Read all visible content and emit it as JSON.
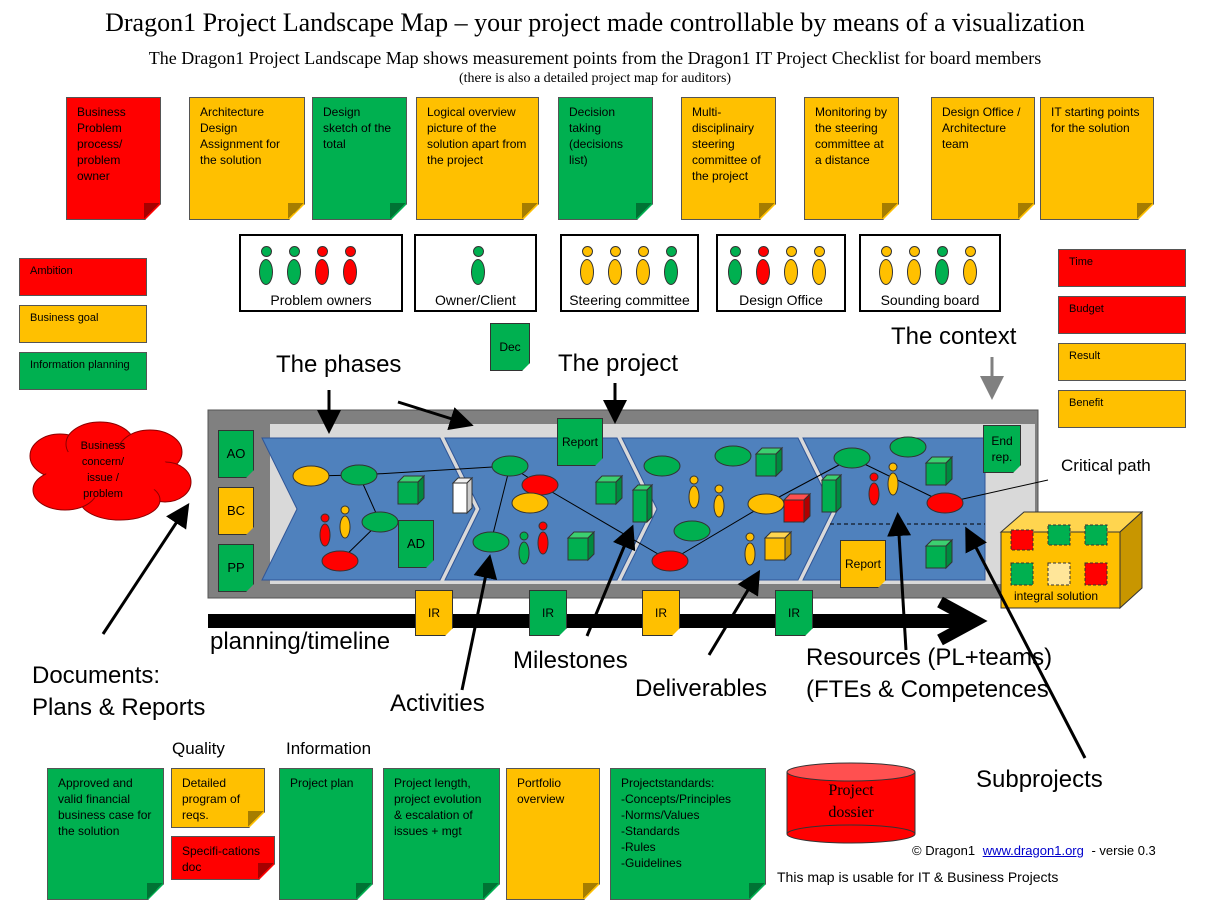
{
  "header": {
    "title": "Dragon1 Project Landscape Map – your project made controllable by means of a visualization",
    "subtitle": "The Dragon1 Project Landscape Map shows measurement points from the Dragon1 IT Project Checklist for board members",
    "note": "(there is also a detailed project map for auditors)"
  },
  "top_notes": [
    {
      "text": "Business Problem process/ problem owner",
      "color": "red"
    },
    {
      "text": "Architecture Design Assignment for the solution",
      "color": "orange"
    },
    {
      "text": "Design sketch of the total",
      "color": "green"
    },
    {
      "text": "Logical overview picture of the solution apart from the project",
      "color": "orange"
    },
    {
      "text": "Decision taking (decisions list)",
      "color": "green"
    },
    {
      "text": "Multi-disciplinairy steering committee of the project",
      "color": "orange"
    },
    {
      "text": "Monitoring by the steering committee at a distance",
      "color": "orange"
    },
    {
      "text": "Design Office / Architecture team",
      "color": "orange"
    },
    {
      "text": "IT starting points for the solution",
      "color": "orange"
    }
  ],
  "stakeholders": [
    {
      "label": "Problem owners",
      "people": [
        "green",
        "green",
        "red",
        "red"
      ]
    },
    {
      "label": "Owner/Client",
      "people": [
        "green"
      ]
    },
    {
      "label": "Steering committee",
      "people": [
        "orange",
        "orange",
        "orange",
        "green"
      ]
    },
    {
      "label": "Design Office",
      "people": [
        "green",
        "red",
        "orange",
        "orange"
      ]
    },
    {
      "label": "Sounding board",
      "people": [
        "orange",
        "orange",
        "green",
        "orange"
      ]
    }
  ],
  "left_legend": [
    {
      "text": "Ambition",
      "color": "red"
    },
    {
      "text": "Business goal",
      "color": "orange"
    },
    {
      "text": "Information planning",
      "color": "green"
    }
  ],
  "right_legend": [
    {
      "text": "Time",
      "color": "red"
    },
    {
      "text": "Budget",
      "color": "red"
    },
    {
      "text": "Result",
      "color": "orange"
    },
    {
      "text": "Benefit",
      "color": "orange"
    }
  ],
  "labels": {
    "dec": "Dec",
    "phases": "The phases",
    "project": "The project",
    "context": "The context",
    "critical_path": "Critical path",
    "business_concern": "Business concern/ issue / problem",
    "documents": "Documents:",
    "plans_reports": "Plans & Reports",
    "planning_timeline": "planning/timeline",
    "milestones": "Milestones",
    "activities": "Activities",
    "deliverables": "Deliverables",
    "resources": "Resources (PL+teams)",
    "ftes": "(FTEs & Competences",
    "subprojects": "Subprojects",
    "integral_solution": "integral solution",
    "quality": "Quality",
    "information": "Information",
    "report": "Report",
    "end_rep": "End rep.",
    "ad": "AD",
    "ir": "IR"
  },
  "left_docs": [
    "AO",
    "BC",
    "PP"
  ],
  "bottom_notes": [
    {
      "text": "Approved and valid financial business case for the solution",
      "color": "green"
    },
    {
      "text": "Detailed program of reqs.",
      "color": "orange"
    },
    {
      "text": "Specifi-cations doc",
      "color": "red"
    },
    {
      "text": "Project plan",
      "color": "green"
    },
    {
      "text": "Project length, project evolution & escalation of issues + mgt",
      "color": "green"
    },
    {
      "text": "Portfolio overview",
      "color": "orange"
    },
    {
      "text": "Projectstandards:\n-Concepts/Principles\n-Norms/Values\n-Standards\n-Rules\n-Guidelines",
      "color": "green"
    }
  ],
  "dossier": "Project dossier",
  "footer": {
    "copyright": "© Dragon1",
    "link": "www.dragon1.org",
    "version": "- versie 0.3",
    "usable": "This map is usable for IT & Business Projects"
  },
  "colors": {
    "red": "#ff0000",
    "orange": "#ffc000",
    "green": "#00b050",
    "phase_blue": "#4f81bd",
    "band_gray": "#808080"
  }
}
